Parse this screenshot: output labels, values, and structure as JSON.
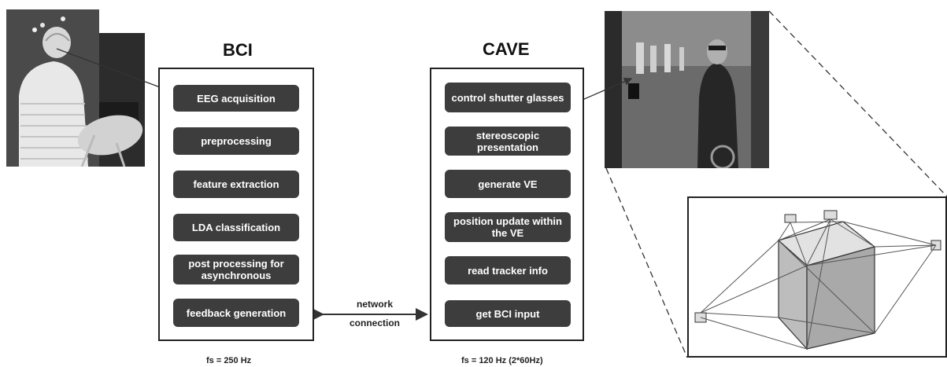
{
  "bci": {
    "title": "BCI",
    "steps": [
      "EEG acquisition",
      "preprocessing",
      "feature extraction",
      "LDA classification",
      "post processing for asynchronous",
      "feedback generation"
    ],
    "freq": "fs = 250 Hz"
  },
  "cave": {
    "title": "CAVE",
    "steps": [
      "control shutter glasses",
      "stereoscopic presentation",
      "generate VE",
      "position update within the VE",
      "read tracker info",
      "get BCI input"
    ],
    "freq": "fs = 120 Hz (2*60Hz)"
  },
  "network": {
    "label_line1": "network",
    "label_line2": "connection"
  }
}
